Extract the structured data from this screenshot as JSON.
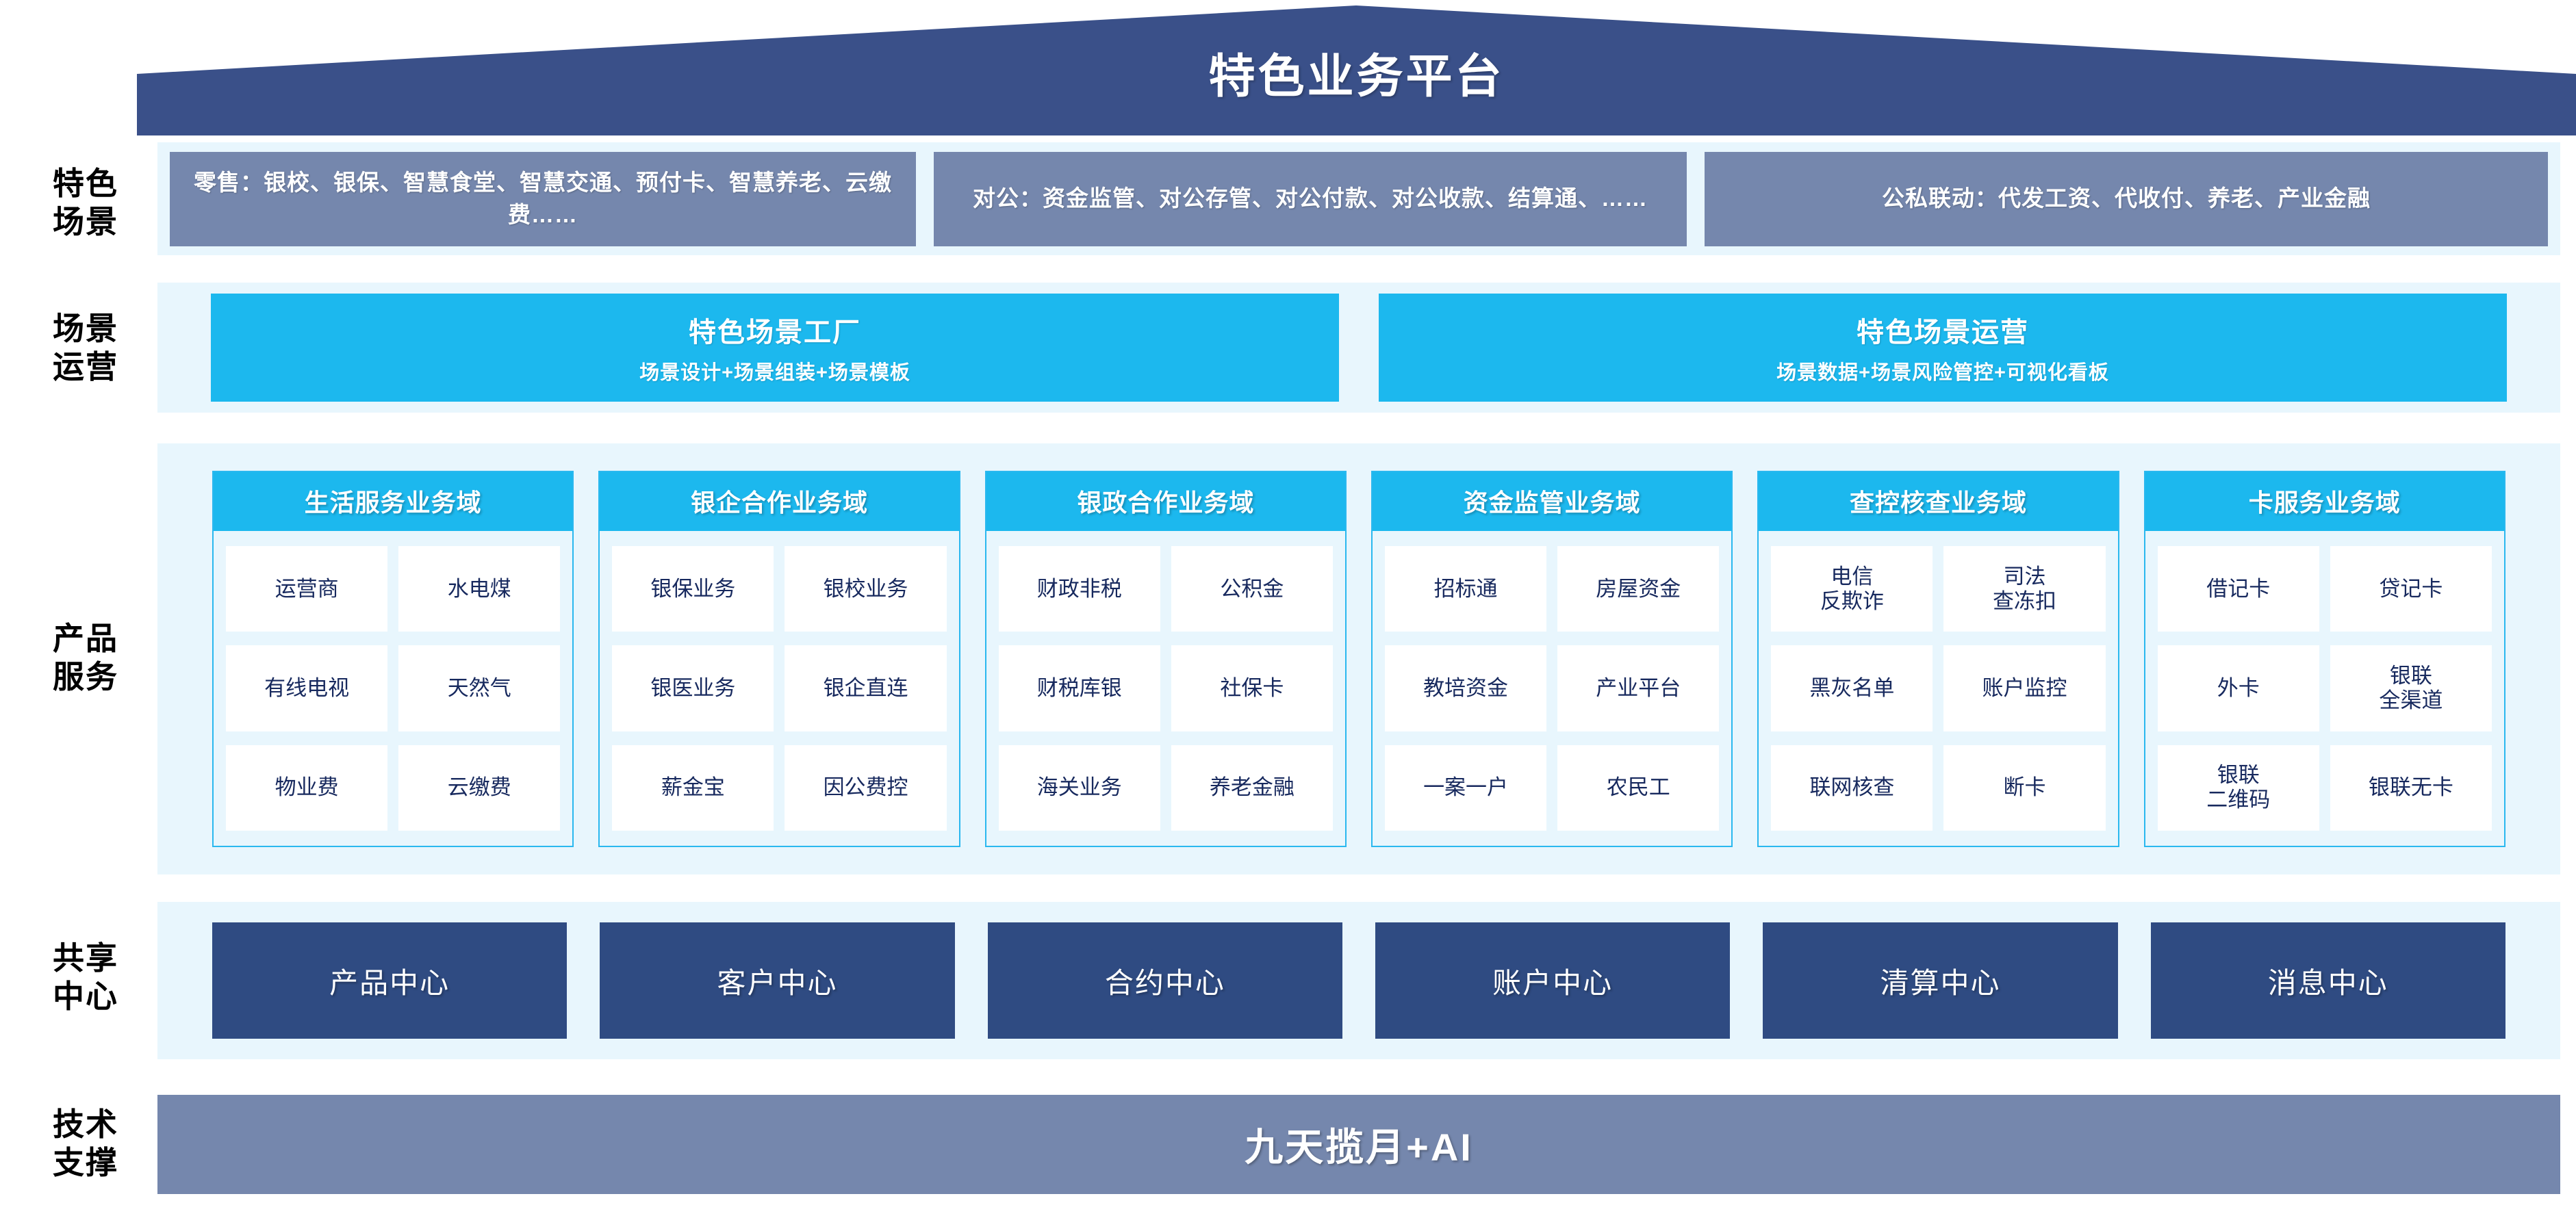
{
  "header": {
    "title": "特色业务平台",
    "banner_color": "#3a5089"
  },
  "colors": {
    "band_bg": "#e8f6fd",
    "slate": "#7587ad",
    "cyan": "#1cb8ee",
    "navy": "#2f4b82",
    "card_text": "#17295e"
  },
  "rows": {
    "scenario_label": "特色\n场景",
    "ops_label": "场景\n运营",
    "products_label": "产品\n服务",
    "shared_label": "共享\n中心",
    "tech_label": "技术\n支撑"
  },
  "scenarios": [
    {
      "text": "零售：银校、银保、智慧食堂、智慧交通、预付卡、智慧养老、云缴费……"
    },
    {
      "text": "对公：资金监管、对公存管、对公付款、对公收款、结算通、……"
    },
    {
      "text": "公私联动：代发工资、代收付、养老、产业金融"
    }
  ],
  "operations": [
    {
      "title": "特色场景工厂",
      "subtitle": "场景设计+场景组装+场景模板"
    },
    {
      "title": "特色场景运营",
      "subtitle": "场景数据+场景风险管控+可视化看板"
    }
  ],
  "domains": [
    {
      "title": "生活服务业务域",
      "items": [
        "运营商",
        "水电煤",
        "有线电视",
        "天然气",
        "物业费",
        "云缴费"
      ]
    },
    {
      "title": "银企合作业务域",
      "items": [
        "银保业务",
        "银校业务",
        "银医业务",
        "银企直连",
        "薪金宝",
        "因公费控"
      ]
    },
    {
      "title": "银政合作业务域",
      "items": [
        "财政非税",
        "公积金",
        "财税库银",
        "社保卡",
        "海关业务",
        "养老金融"
      ]
    },
    {
      "title": "资金监管业务域",
      "items": [
        "招标通",
        "房屋资金",
        "教培资金",
        "产业平台",
        "一案一户",
        "农民工"
      ]
    },
    {
      "title": "查控核查业务域",
      "items": [
        "电信\n反欺诈",
        "司法\n查冻扣",
        "黑灰名单",
        "账户监控",
        "联网核查",
        "断卡"
      ]
    },
    {
      "title": "卡服务业务域",
      "items": [
        "借记卡",
        "贷记卡",
        "外卡",
        "银联\n全渠道",
        "银联\n二维码",
        "银联无卡"
      ]
    }
  ],
  "shared_centers": [
    "产品中心",
    "客户中心",
    "合约中心",
    "账户中心",
    "清算中心",
    "消息中心"
  ],
  "tech_support": {
    "label": "九天揽月+AI"
  }
}
